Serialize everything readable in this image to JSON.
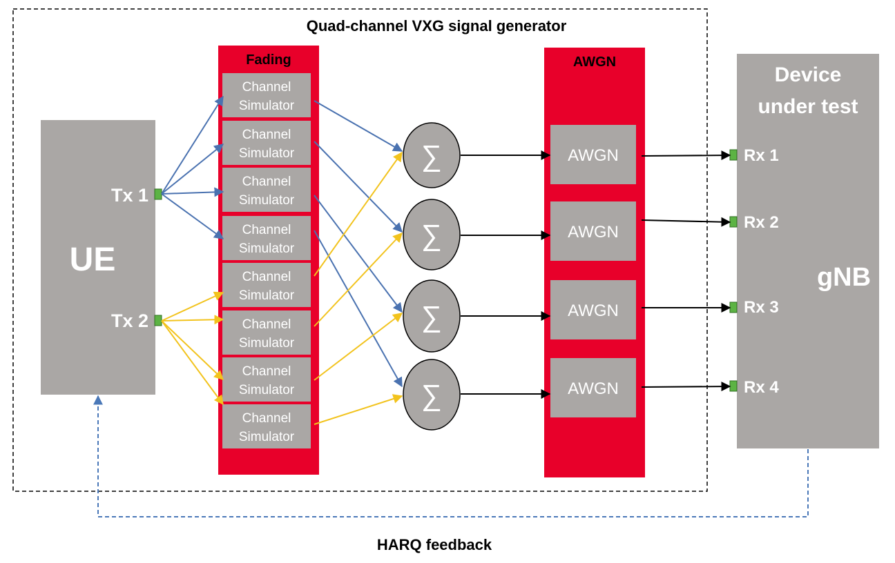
{
  "title": "Quad-channel VXG signal generator",
  "feedback_label": "HARQ feedback",
  "colors": {
    "red_panel": "#e8002a",
    "gray_box": "#aaa7a5",
    "tx1_line": "#4a72b0",
    "tx2_line": "#f2c31d",
    "port": "#5cb344",
    "feedback_line": "#4a78b8"
  },
  "ue": {
    "label": "UE",
    "tx": [
      "Tx 1",
      "Tx 2"
    ]
  },
  "fading": {
    "label": "Fading",
    "simulators": [
      [
        "Channel",
        "Simulator"
      ],
      [
        "Channel",
        "Simulator"
      ],
      [
        "Channel",
        "Simulator"
      ],
      [
        "Channel",
        "Simulator"
      ],
      [
        "Channel",
        "Simulator"
      ],
      [
        "Channel",
        "Simulator"
      ],
      [
        "Channel",
        "Simulator"
      ],
      [
        "Channel",
        "Simulator"
      ]
    ]
  },
  "summers": [
    "∑",
    "∑",
    "∑",
    "∑"
  ],
  "awgn": {
    "label": "AWGN",
    "blocks": [
      "AWGN",
      "AWGN",
      "AWGN",
      "AWGN"
    ]
  },
  "dut": {
    "title_lines": [
      "Device",
      "under test"
    ],
    "label": "gNB",
    "rx": [
      "Rx 1",
      "Rx 2",
      "Rx 3",
      "Rx 4"
    ]
  }
}
